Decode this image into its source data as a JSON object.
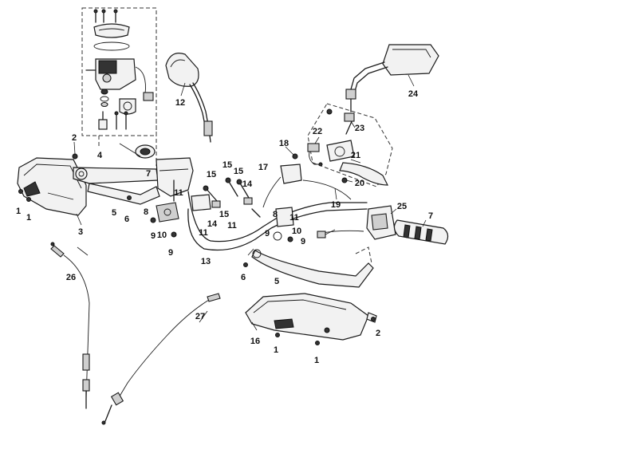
{
  "callouts": [
    {
      "id": "c12",
      "text": "12"
    },
    {
      "id": "c24",
      "text": "24"
    },
    {
      "id": "c2a",
      "text": "2"
    },
    {
      "id": "c4",
      "text": "4"
    },
    {
      "id": "c22",
      "text": "22"
    },
    {
      "id": "c23",
      "text": "23"
    },
    {
      "id": "c18",
      "text": "18"
    },
    {
      "id": "c21",
      "text": "21"
    },
    {
      "id": "c7a",
      "text": "7"
    },
    {
      "id": "c15a",
      "text": "15"
    },
    {
      "id": "c15b",
      "text": "15"
    },
    {
      "id": "c15c",
      "text": "15"
    },
    {
      "id": "c15d",
      "text": "15"
    },
    {
      "id": "c17",
      "text": "17"
    },
    {
      "id": "c14a",
      "text": "14"
    },
    {
      "id": "c20",
      "text": "20"
    },
    {
      "id": "c11a",
      "text": "11"
    },
    {
      "id": "c19",
      "text": "19"
    },
    {
      "id": "c25",
      "text": "25"
    },
    {
      "id": "c7b",
      "text": "7"
    },
    {
      "id": "c1a",
      "text": "1"
    },
    {
      "id": "c1b",
      "text": "1"
    },
    {
      "id": "c5a",
      "text": "5"
    },
    {
      "id": "c6a",
      "text": "6"
    },
    {
      "id": "c8a",
      "text": "8"
    },
    {
      "id": "c14b",
      "text": "14"
    },
    {
      "id": "c11b",
      "text": "11"
    },
    {
      "id": "c11c",
      "text": "11"
    },
    {
      "id": "c8b",
      "text": "8"
    },
    {
      "id": "c11d",
      "text": "11"
    },
    {
      "id": "c3",
      "text": "3"
    },
    {
      "id": "c9a",
      "text": "9"
    },
    {
      "id": "c10a",
      "text": "10"
    },
    {
      "id": "c10b",
      "text": "10"
    },
    {
      "id": "c9b",
      "text": "9"
    },
    {
      "id": "c9c",
      "text": "9"
    },
    {
      "id": "c9d",
      "text": "9"
    },
    {
      "id": "c13",
      "text": "13"
    },
    {
      "id": "c26",
      "text": "26"
    },
    {
      "id": "c6b",
      "text": "6"
    },
    {
      "id": "c5b",
      "text": "5"
    },
    {
      "id": "c27",
      "text": "27"
    },
    {
      "id": "c16",
      "text": "16"
    },
    {
      "id": "c2b",
      "text": "2"
    },
    {
      "id": "c1c",
      "text": "1"
    },
    {
      "id": "c1d",
      "text": "1"
    }
  ]
}
